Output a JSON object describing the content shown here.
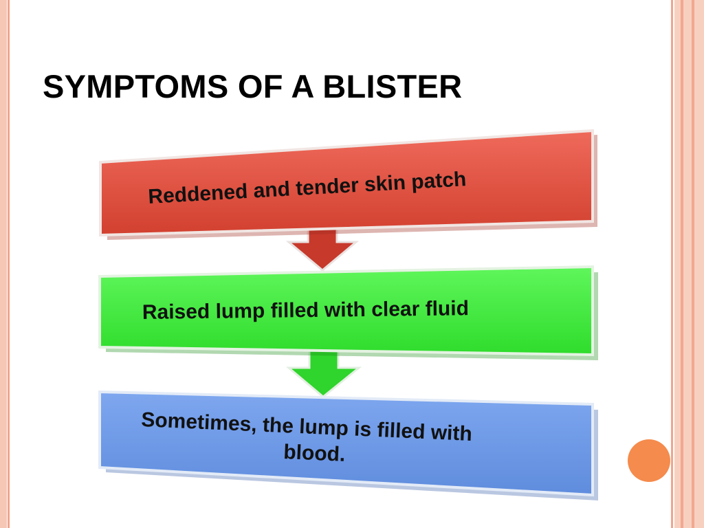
{
  "slide": {
    "title": "SYMPTOMS OF A BLISTER",
    "steps": [
      {
        "label": "Reddened and tender skin patch",
        "color": "#e25546"
      },
      {
        "label": "Raised lump filled with clear fluid",
        "color": "#3ef03b"
      },
      {
        "label_line1": "Sometimes, the lump is filled with",
        "label_line2": "blood.",
        "color": "#6e9be8"
      }
    ],
    "accent_colors": {
      "border": "#f4b8a4",
      "dot": "#f58b4c"
    }
  }
}
